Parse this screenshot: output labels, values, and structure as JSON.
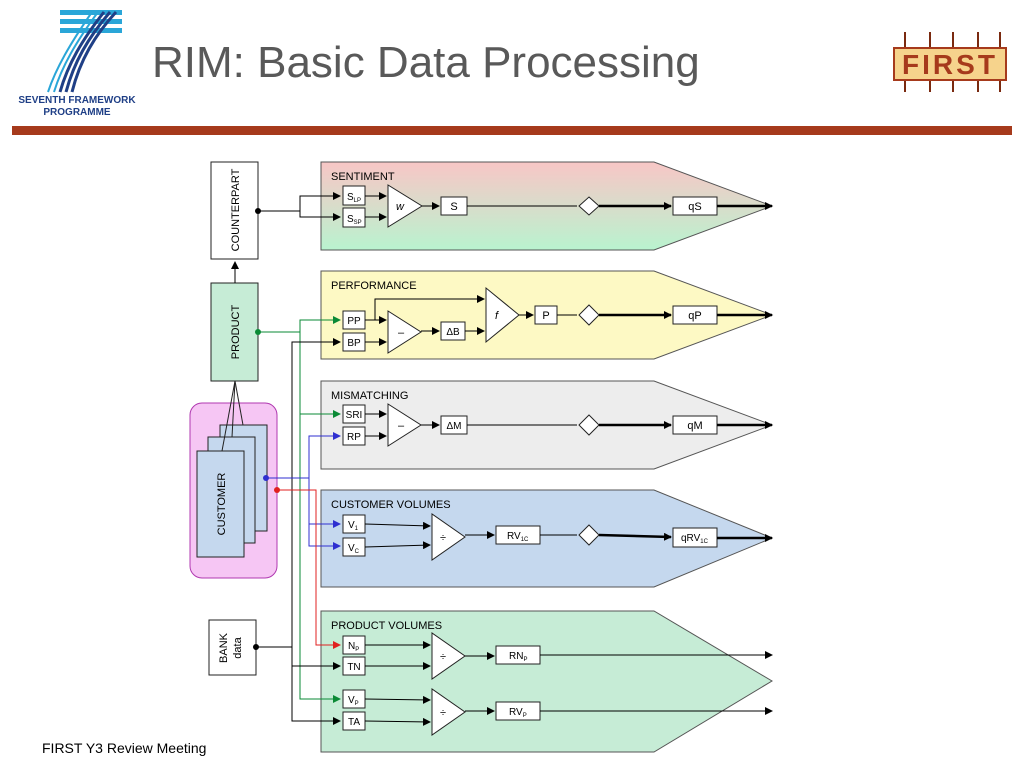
{
  "header": {
    "title": "RIM: Basic Data Processing",
    "fp7_line1": "SEVENTH FRAMEWORK",
    "fp7_line2": "PROGRAMME",
    "first_logo": "FIRST",
    "accent_color": "#a63a1c"
  },
  "footer": {
    "text": "FIRST Y3 Review Meeting"
  },
  "sources": {
    "counterpart": "COUNTERPART",
    "product": "PRODUCT",
    "customer": "CUSTOMER",
    "bank_line1": "BANK",
    "bank_line2": "data"
  },
  "panels": {
    "sentiment": {
      "title": "SENTIMENT",
      "input1_base": "S",
      "input1_sub": "LP",
      "input2_base": "S",
      "input2_sub": "SP",
      "op": "w",
      "result": "S",
      "output": "qS"
    },
    "performance": {
      "title": "PERFORMANCE",
      "input1": "PP",
      "input2": "BP",
      "op_minus": "–",
      "delta": "ΔB",
      "op_f": "f",
      "result": "P",
      "output": "qP"
    },
    "mismatching": {
      "title": "MISMATCHING",
      "input1": "SRI",
      "input2": "RP",
      "op": "–",
      "result": "ΔM",
      "output": "qM"
    },
    "customer_volumes": {
      "title": "CUSTOMER VOLUMES",
      "input1_base": "V",
      "input1_sub": "1",
      "input2_base": "V",
      "input2_sub": "C",
      "op": "÷",
      "result_base": "RV",
      "result_sub": "1C",
      "output_base": "qRV",
      "output_sub": "1C"
    },
    "product_volumes": {
      "title": "PRODUCT VOLUMES",
      "input1_base": "N",
      "input1_sub": "P",
      "input2": "TN",
      "op1": "÷",
      "result1_base": "RN",
      "result1_sub": "P",
      "input3_base": "V",
      "input3_sub": "P",
      "input4": "TA",
      "op2": "÷",
      "result2_base": "RV",
      "result2_sub": "P"
    }
  }
}
